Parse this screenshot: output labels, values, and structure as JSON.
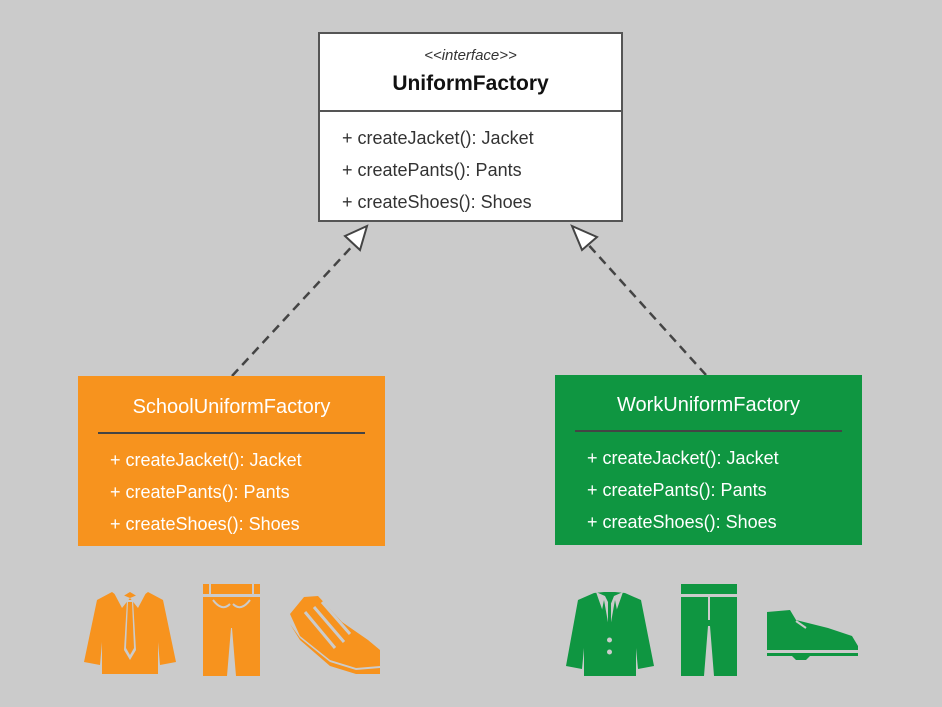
{
  "interface": {
    "stereotype": "<<interface>>",
    "name": "UniformFactory",
    "operations": [
      "+ createJacket(): Jacket",
      "+ createPants(): Pants",
      "+ createShoes(): Shoes"
    ]
  },
  "school": {
    "name": "SchoolUniformFactory",
    "color": "#f7931e",
    "operations": [
      "+ createJacket(): Jacket",
      "+ createPants(): Pants",
      "+ createShoes(): Shoes"
    ],
    "icons": [
      "shirt-tie-icon",
      "pants-icon",
      "sneaker-icon"
    ]
  },
  "work": {
    "name": "WorkUniformFactory",
    "color": "#0f9641",
    "operations": [
      "+ createJacket(): Jacket",
      "+ createPants(): Pants",
      "+ createShoes(): Shoes"
    ],
    "icons": [
      "suit-jacket-icon",
      "slacks-icon",
      "dress-shoe-icon"
    ]
  },
  "relations": [
    {
      "from": "school",
      "to": "interface",
      "type": "realization"
    },
    {
      "from": "work",
      "to": "interface",
      "type": "realization"
    }
  ]
}
